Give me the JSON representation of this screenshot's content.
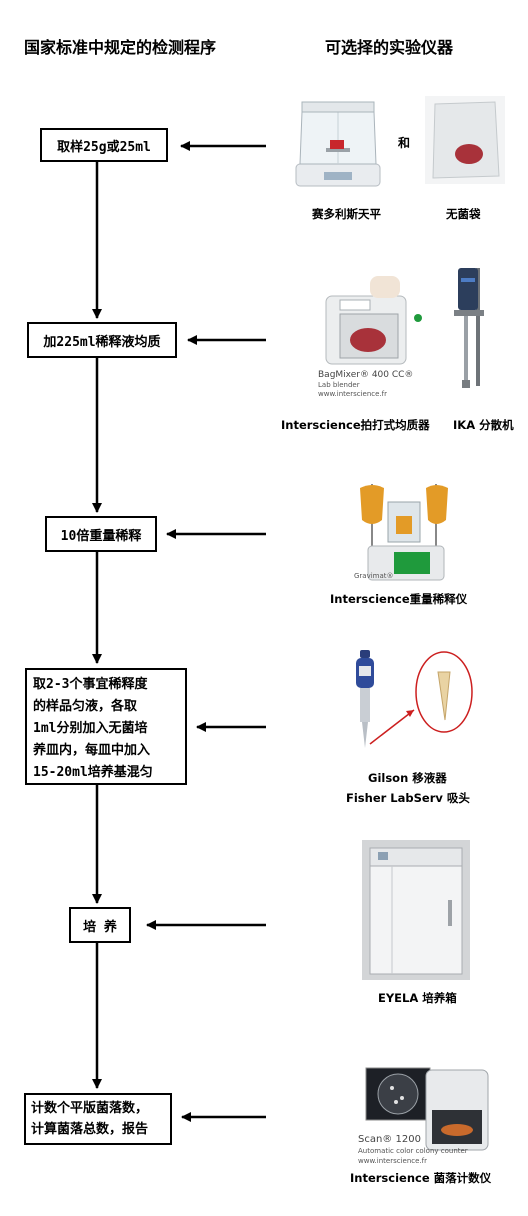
{
  "headers": {
    "left": "国家标准中规定的检测程序",
    "right": "可选择的实验仪器"
  },
  "steps": [
    {
      "lines": [
        "取样25g或25ml"
      ]
    },
    {
      "lines": [
        "加225ml稀释液均质"
      ]
    },
    {
      "lines": [
        "10倍重量稀释"
      ]
    },
    {
      "lines": [
        "取2-3个事宜稀释度",
        "的样品匀液，各取",
        "1ml分别加入无菌培",
        "养皿内，每皿中加入",
        "15-20ml培养基混匀"
      ]
    },
    {
      "lines": [
        "培 养"
      ]
    },
    {
      "lines": [
        "计数个平版菌落数，",
        "计算菌落总数，报告"
      ]
    }
  ],
  "instruments": {
    "balance": "赛多利斯天平",
    "and": "和",
    "bag": "无菌袋",
    "blender": "Interscience拍打式均质器",
    "disperser": "IKA 分散机",
    "diluter": "Interscience重量稀释仪",
    "pipette_line1": "Gilson 移液器",
    "pipette_line2": "Fisher LabServ 吸头",
    "incubator": "EYELA 培养箱",
    "counter": "Interscience 菌落计数仪"
  },
  "image_text": {
    "bagmixer": "BagMixer® 400 CC®",
    "bagmixer_sub": "Lab blender",
    "bagmixer_url": "www.interscience.fr",
    "gravimetric": "Gravimat®",
    "scan": "Scan® 1200",
    "scan_sub": "Automatic color colony counter",
    "scan_url": "www.interscience.fr"
  },
  "colors": {
    "accent_green": "#1f9a3c",
    "bag_red": "#a8323a",
    "circle_red": "#cc1f1f"
  }
}
